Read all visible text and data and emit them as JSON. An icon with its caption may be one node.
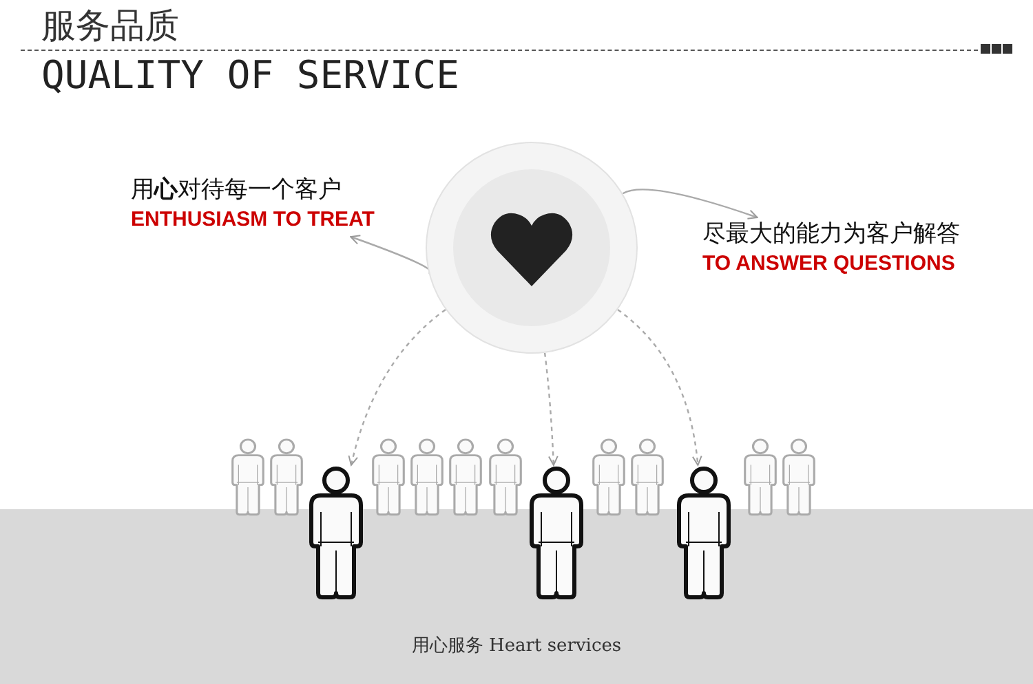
{
  "diagram": {
    "nodes": [
      {
        "text": [],
        "shape": "circle"
      },
      {
        "text": [
          "用**心**对待每一个客户",
          "ENTHUSIASM TO TREAT"
        ]
      },
      {
        "text": [
          "尽最大的能力为客户解答",
          "TO ANSWER QUESTIONS"
        ]
      },
      {
        "text": [],
        "shape": "person"
      },
      {
        "text": [],
        "shape": "person"
      },
      {
        "text": [],
        "shape": "person"
      },
      {
        "text": [],
        "shape": "person"
      },
      {
        "text": [],
        "shape": "person"
      },
      {
        "text": [],
        "shape": "person"
      },
      {
        "text": [],
        "shape": "person"
      },
      {
        "text": [],
        "shape": "person"
      },
      {
        "text": [],
        "shape": "person"
      },
      {
        "text": [],
        "shape": "person"
      },
      {
        "text": [],
        "shape": "person"
      },
      {
        "text": [],
        "shape": "person"
      },
      {
        "text": [],
        "shape": "person"
      }
    ],
    "edges": [
      {
        "from": 0,
        "to": 1,
        "arrow": "to"
      },
      {
        "from": 0,
        "to": 2,
        "arrow": "to"
      },
      {
        "from": 0,
        "to": 5,
        "arrow": "to",
        "style": "dashed"
      },
      {
        "from": 0,
        "to": 10,
        "arrow": "to",
        "style": "dashed"
      },
      {
        "from": 0,
        "to": 13,
        "arrow": "to",
        "style": "dashed"
      }
    ],
    "labels": [
      "服务品质",
      "QUALITY OF SERVICE",
      "用心服务 Heart services"
    ]
  }
}
